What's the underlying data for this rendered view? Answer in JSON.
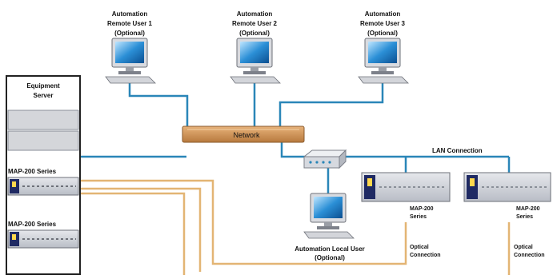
{
  "diagram": {
    "remote_users": [
      {
        "name": "Automation",
        "name2": "Remote User 1",
        "note": "(Optional)"
      },
      {
        "name": "Automation",
        "name2": "Remote User 2",
        "note": "(Optional)"
      },
      {
        "name": "Automation",
        "name2": "Remote User 3",
        "note": "(Optional)"
      }
    ],
    "network_label": "Network",
    "lan_label": "LAN Connection",
    "server": {
      "title1": "Equipment",
      "title2": "Server"
    },
    "rack_units": [
      {
        "label": "MAP-200 Series"
      },
      {
        "label": "MAP-200 Series"
      }
    ],
    "local_user": {
      "line1": "Automation Local User",
      "line2": "(Optional)"
    },
    "map_units": [
      {
        "line1": "MAP-200",
        "line2": "Series",
        "opt1": "Optical",
        "opt2": "Connection"
      },
      {
        "line1": "MAP-200",
        "line2": "Series",
        "opt1": "Optical",
        "opt2": "Connection"
      }
    ],
    "colors": {
      "lan": "#2a86b8",
      "optical": "#e3b574",
      "network_bar": "#c98d4f",
      "chassis": "#c8ccd4"
    }
  }
}
